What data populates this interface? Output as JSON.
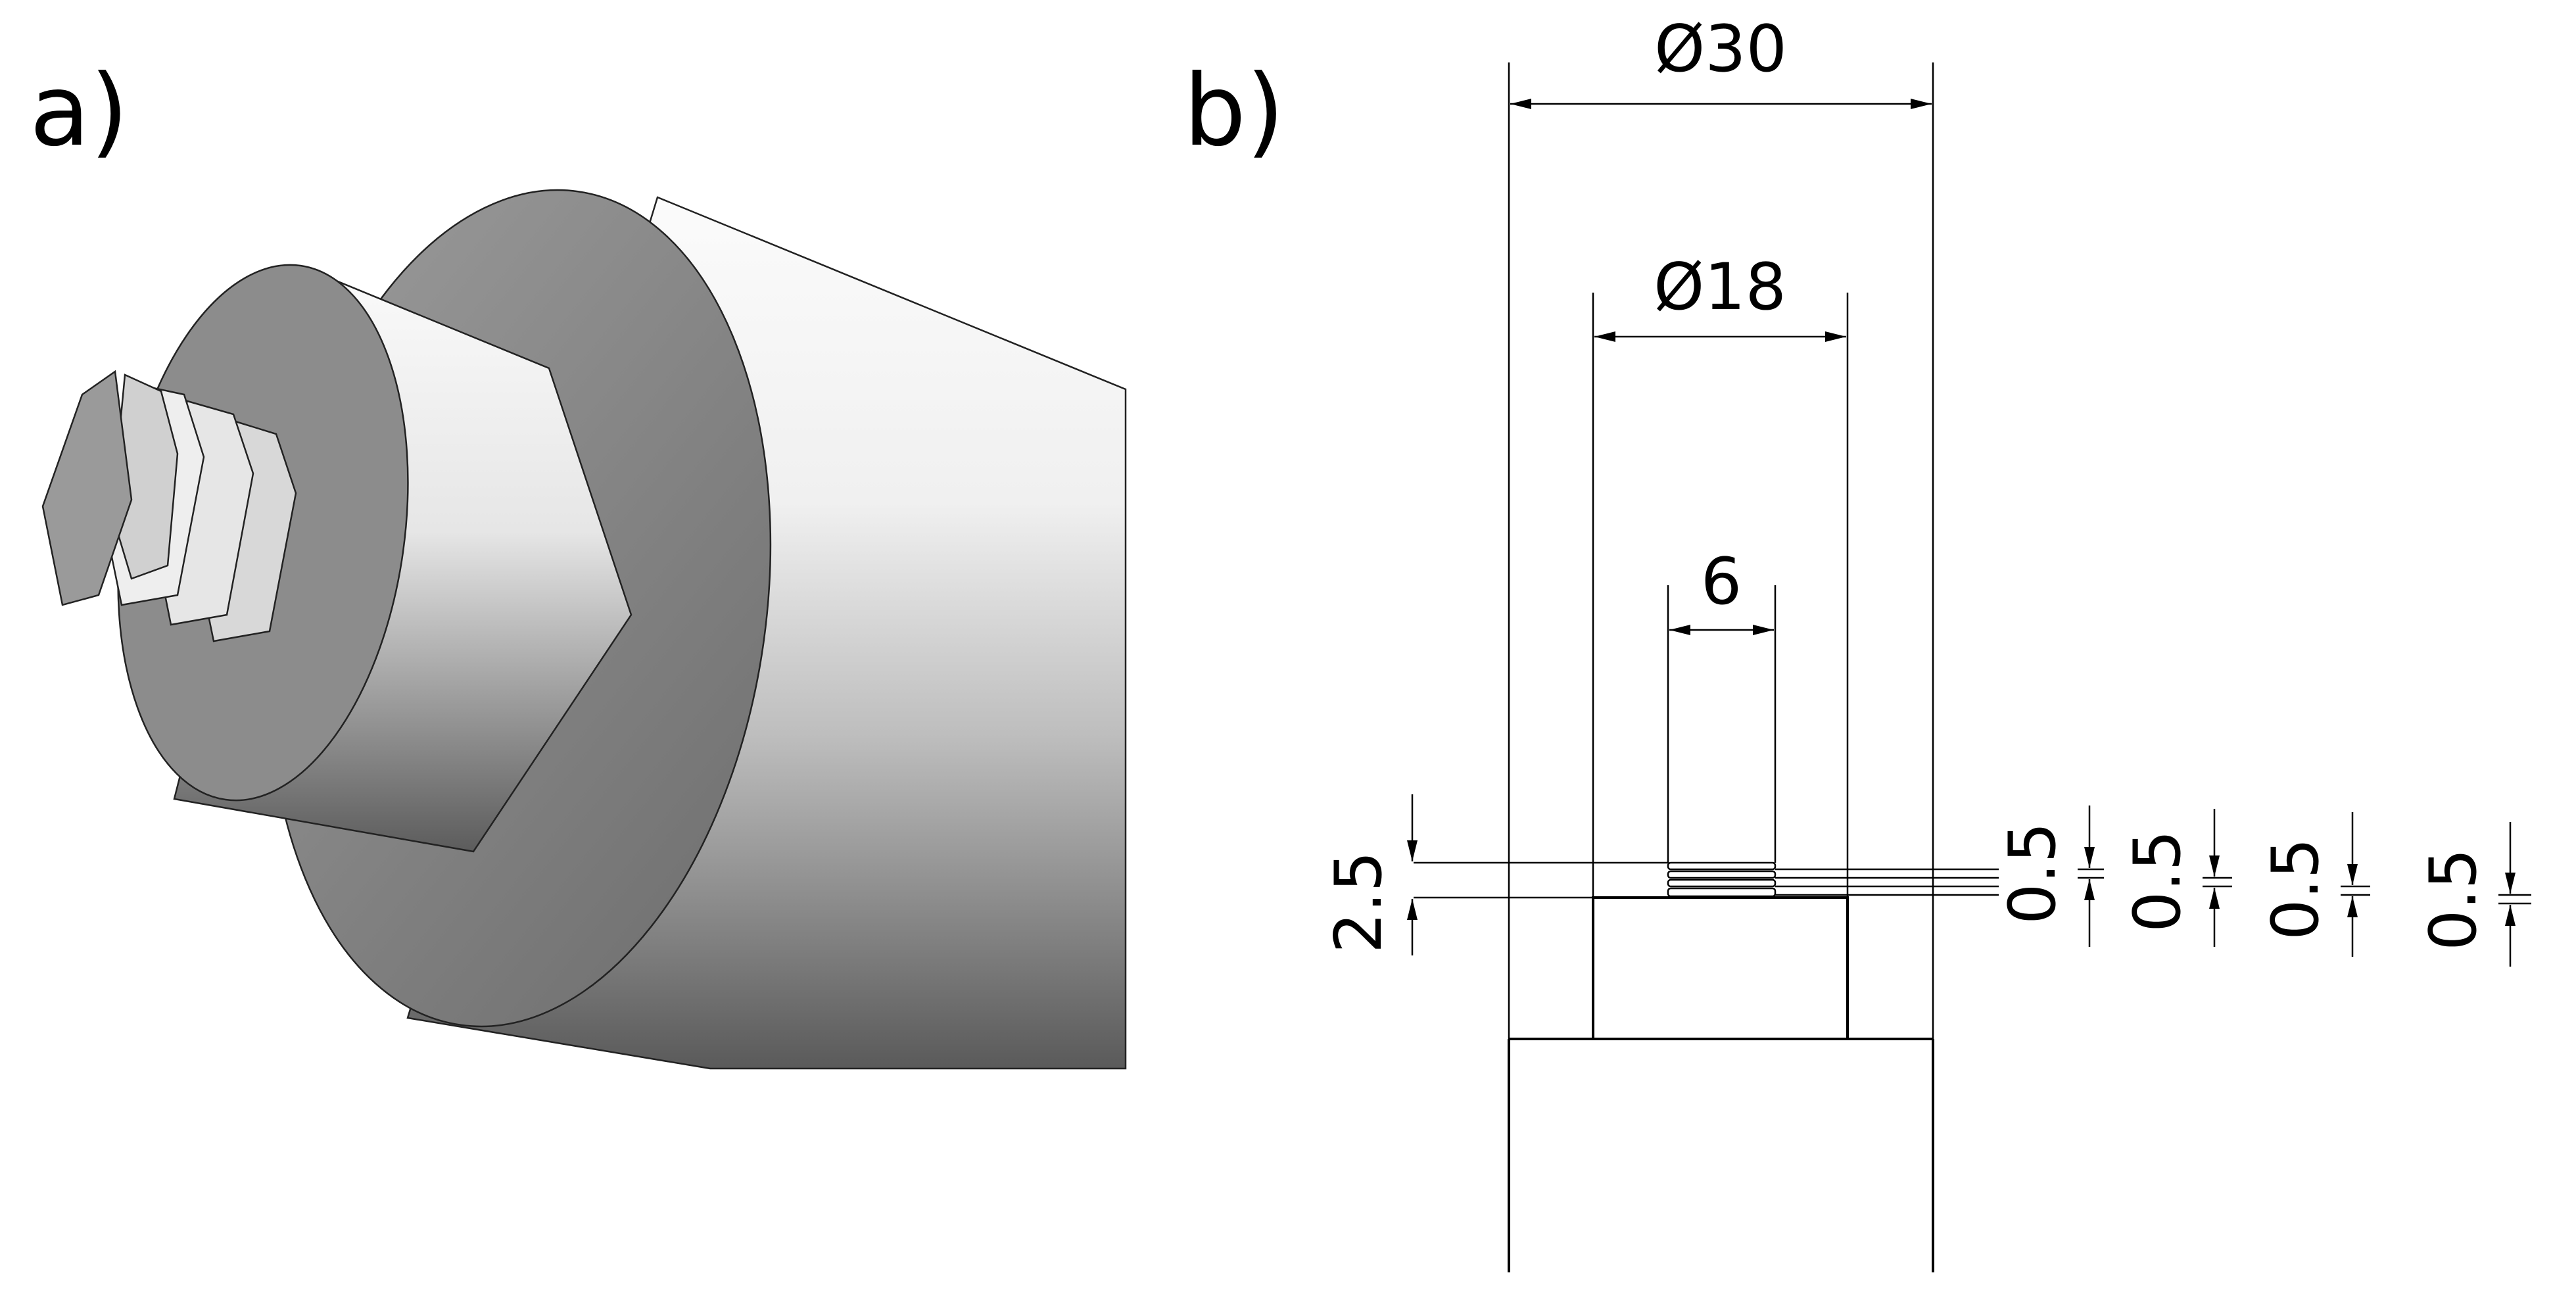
{
  "panels": {
    "a": {
      "label": "a)"
    },
    "b": {
      "label": "b)"
    }
  },
  "dimensions": {
    "outer_diameter": "Ø30",
    "inner_diameter": "Ø18",
    "stud_width": "6",
    "stack_height": "2.5",
    "layer_1": "0.5",
    "layer_2": "0.5",
    "layer_3": "0.5",
    "layer_4": "0.5"
  },
  "colors": {
    "line": "#000000",
    "face_dark": "#7d7d7d",
    "face_light": "#f4f4f4"
  }
}
